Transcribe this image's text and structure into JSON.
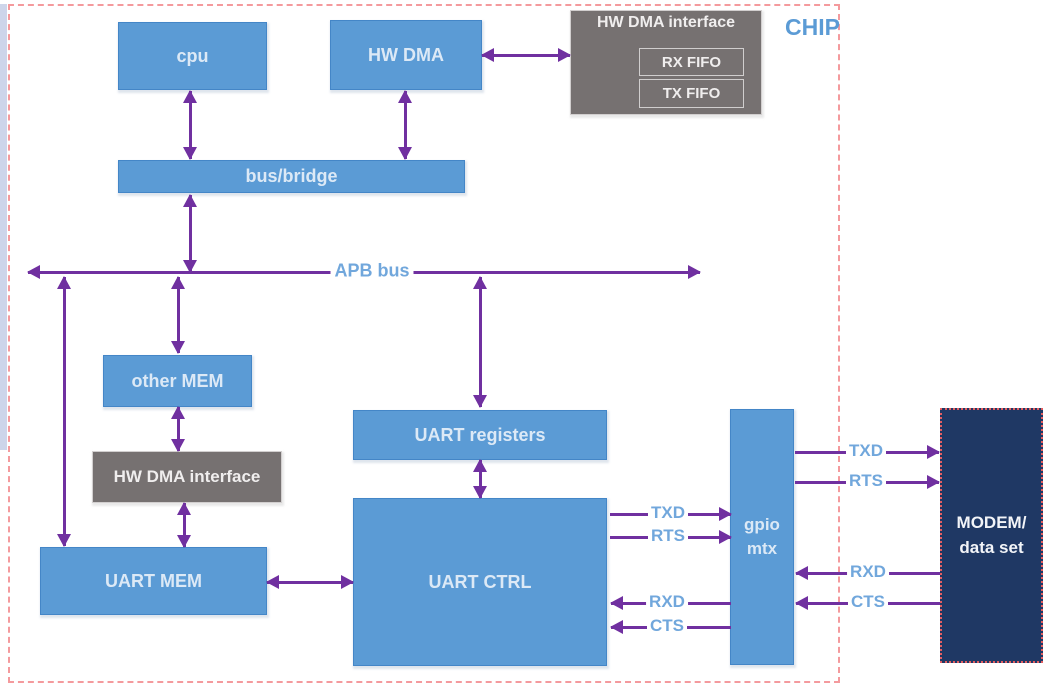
{
  "diagram": {
    "chip_label": "CHIP",
    "nodes": {
      "cpu": "cpu",
      "hw_dma": "HW DMA",
      "bus_bridge": "bus/bridge",
      "apb_bus": "APB bus",
      "other_mem": "other MEM",
      "hw_dma_interface_top": "HW DMA interface",
      "rx_fifo": "RX FIFO",
      "tx_fifo": "TX FIFO",
      "hw_dma_interface_bottom": "HW DMA interface",
      "uart_mem": "UART MEM",
      "uart_registers": "UART registers",
      "uart_ctrl": "UART CTRL",
      "gpio_mtx_line1": "gpio",
      "gpio_mtx_line2": "mtx",
      "modem_line1": "MODEM/",
      "modem_line2": "data set"
    },
    "signals": {
      "ctrl_to_gpio": [
        "TXD",
        "RTS"
      ],
      "gpio_to_ctrl": [
        "RXD",
        "CTS"
      ],
      "gpio_to_modem": [
        "TXD",
        "RTS"
      ],
      "modem_to_gpio": [
        "RXD",
        "CTS"
      ]
    },
    "colors": {
      "box_blue": "#5b9bd5",
      "box_gray": "#767171",
      "modem_navy": "#1f3864",
      "arrow_purple": "#7030a0",
      "signal_label_blue": "#71a7dc",
      "chip_border_pink": "#f49a9d",
      "chip_label_blue": "#5b9bd5"
    }
  }
}
